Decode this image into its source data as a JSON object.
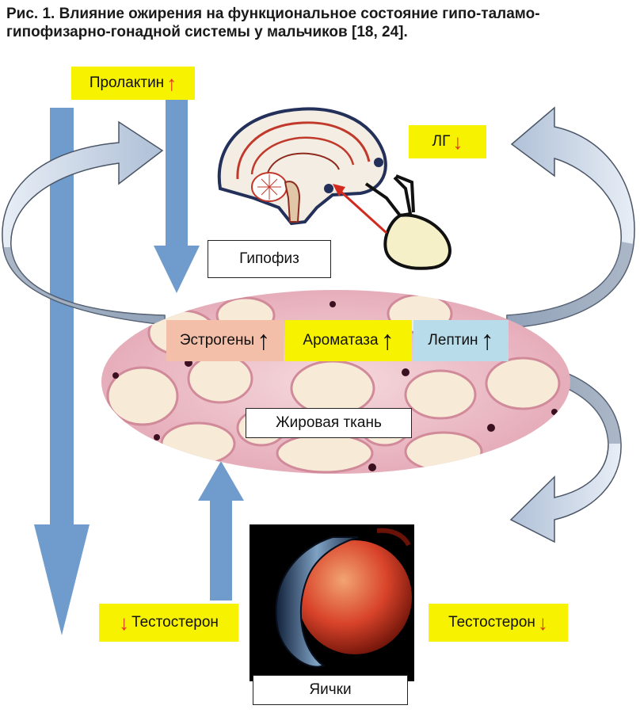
{
  "title": "Рис. 1. Влияние ожирения на функциональное состояние гипо-таламо-гипофизарно-гонадной системы у мальчиков [18, 24].",
  "labels": {
    "prolactin": "Пролактин",
    "lh": "ЛГ",
    "pituitary": "Гипофиз",
    "estrogens": "Эстрогены",
    "aromatase": "Ароматаза",
    "leptin": "Лептин",
    "adipose": "Жировая ткань",
    "testosterone_left": "Тестостерон",
    "testosterone_right": "Тестостерон",
    "testes": "Яички"
  },
  "indicators": {
    "prolactin": "up",
    "lh": "down",
    "estrogens": "up",
    "aromatase": "up",
    "leptin": "up",
    "testosterone_left": "down",
    "testosterone_right": "down"
  },
  "colors": {
    "highlight": "#f7f200",
    "increase_red": "#e3341d",
    "estrogens_bg": "#f3bfa9",
    "leptin_bg": "#b8dcea",
    "vertical_arrow": "#6f9ccc",
    "curved_arrow": "#c6d6e8"
  }
}
